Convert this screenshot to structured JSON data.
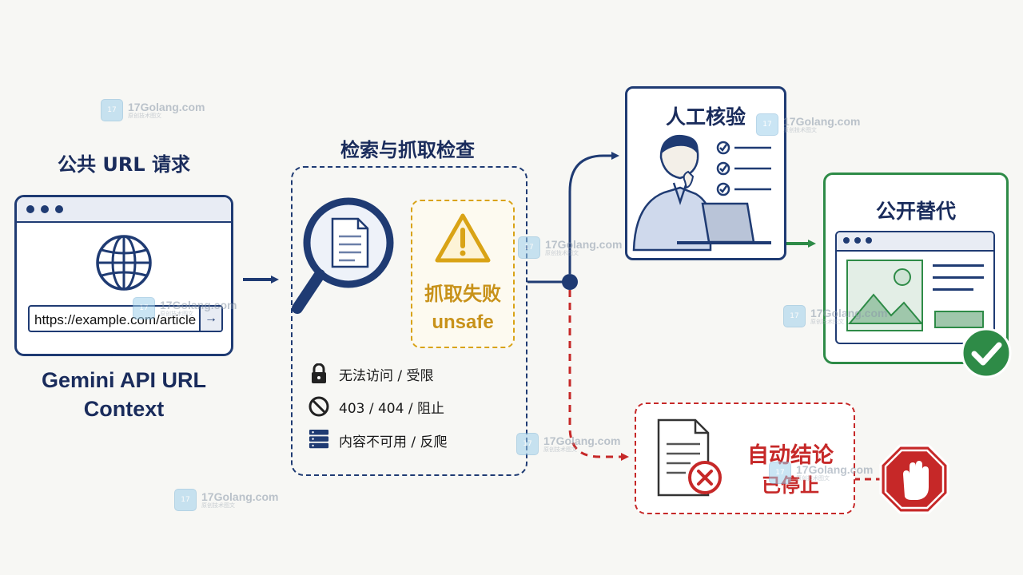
{
  "request": {
    "title": "公共 URL 请求",
    "url": "https://example.com/article",
    "caption_line1": "Gemini API URL",
    "caption_line2": "Context"
  },
  "check": {
    "title": "检索与抓取检查",
    "fail_line1": "抓取失败",
    "fail_line2": "unsafe",
    "reasons": [
      {
        "icon": "lock-icon",
        "label": "无法访问 / 受限"
      },
      {
        "icon": "prohibited-icon",
        "label": "403 / 404 / 阻止"
      },
      {
        "icon": "server-icon",
        "label": "内容不可用 / 反爬"
      }
    ]
  },
  "review": {
    "title": "人工核验"
  },
  "alternative": {
    "title": "公开替代"
  },
  "stop": {
    "line1": "自动结论",
    "line2": "已停止"
  },
  "watermark": {
    "text": "17Golang.com",
    "sub": "原创技术图文"
  },
  "colors": {
    "navy": "#1f3b73",
    "amber": "#d9a316",
    "green": "#2e8b47",
    "red": "#c62828",
    "background": "#f7f7f4"
  }
}
